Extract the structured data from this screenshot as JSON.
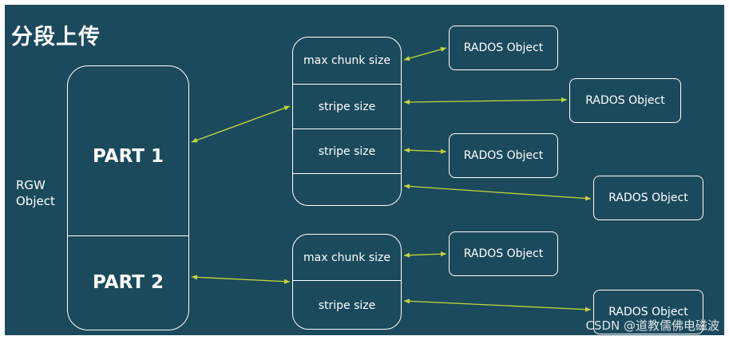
{
  "title": "分段上传",
  "rgw_label": [
    "RGW",
    "Object"
  ],
  "parts": [
    "PART 1",
    "PART 2"
  ],
  "chunk1": [
    "max chunk size",
    "stripe size",
    "stripe size",
    ""
  ],
  "chunk2": [
    "max chunk size",
    "stripe size"
  ],
  "rados_label": "RADOS Object",
  "watermark": "CSDN @道教儒佛电磁波",
  "colors": {
    "background": "#1b4a5c",
    "line": "#ffffff",
    "arrow": "#c4d63a"
  }
}
